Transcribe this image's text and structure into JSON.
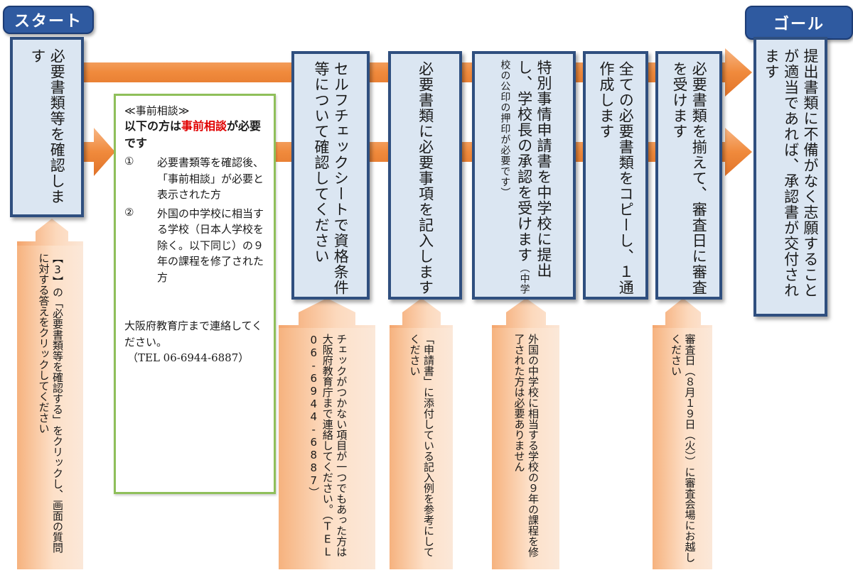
{
  "start_label": "スタート",
  "goal_label": "ゴール",
  "steps": [
    {
      "text": "必要書類等を確認します"
    },
    {
      "text": "セルフチェックシートで資格条件等について確認してください"
    },
    {
      "text": "必要書類に必要事項を記入します"
    },
    {
      "text": "特別事情申請書を中学校に提出し、学校長の承認を受けます",
      "sub": "（中学校の公印の押印が必要です）"
    },
    {
      "text": "全ての必要書類をコピーし、１通作成します"
    },
    {
      "text": "必要書類を揃えて、審査日に審査を受けます"
    },
    {
      "text": "提出書類に不備がなく志願することが適当であれば、承認書が交付されます"
    }
  ],
  "consult": {
    "heading": "≪事前相談≫",
    "lead_before": "以下の方は",
    "lead_highlight": "事前相談",
    "lead_after": "が必要です",
    "items": [
      {
        "num": "①",
        "text": "必要書類等を確認後、「事前相談」が必要と表示された方"
      },
      {
        "num": "②",
        "text": "外国の中学校に相当する学校（日本人学校を除く。以下同じ）の９年の課程を修了された方"
      }
    ],
    "contact": "大阪府教育庁まで連絡してください。",
    "tel": "（TEL 06-6944-6887）"
  },
  "notes": [
    {
      "text": "【3】の「必要書類等を確認する」をクリックし、画面の質問に対する答えをクリックしてください"
    },
    {
      "text": "チェックがつかない項目が一つでもあった方は大阪府教育庁まで連絡してください。（TEL 06-6944-6887）"
    },
    {
      "text": "「申請書」に添付している記入例を参考にしてください"
    },
    {
      "text": "外国の中学校に相当する学校の９年の課程を修了された方は必要ありません"
    },
    {
      "text": "審査日（８月１９日（火））に審査会場にお越しください"
    }
  ],
  "colors": {
    "step_fill": "#dbe6f2",
    "step_border": "#2f4f7f",
    "tag_fill": "#2f5aa0",
    "arrow_orange": "#f08a3c",
    "note_orange": "#f6b27e",
    "consult_border": "#8fbf5a",
    "highlight_red": "#e00000"
  }
}
